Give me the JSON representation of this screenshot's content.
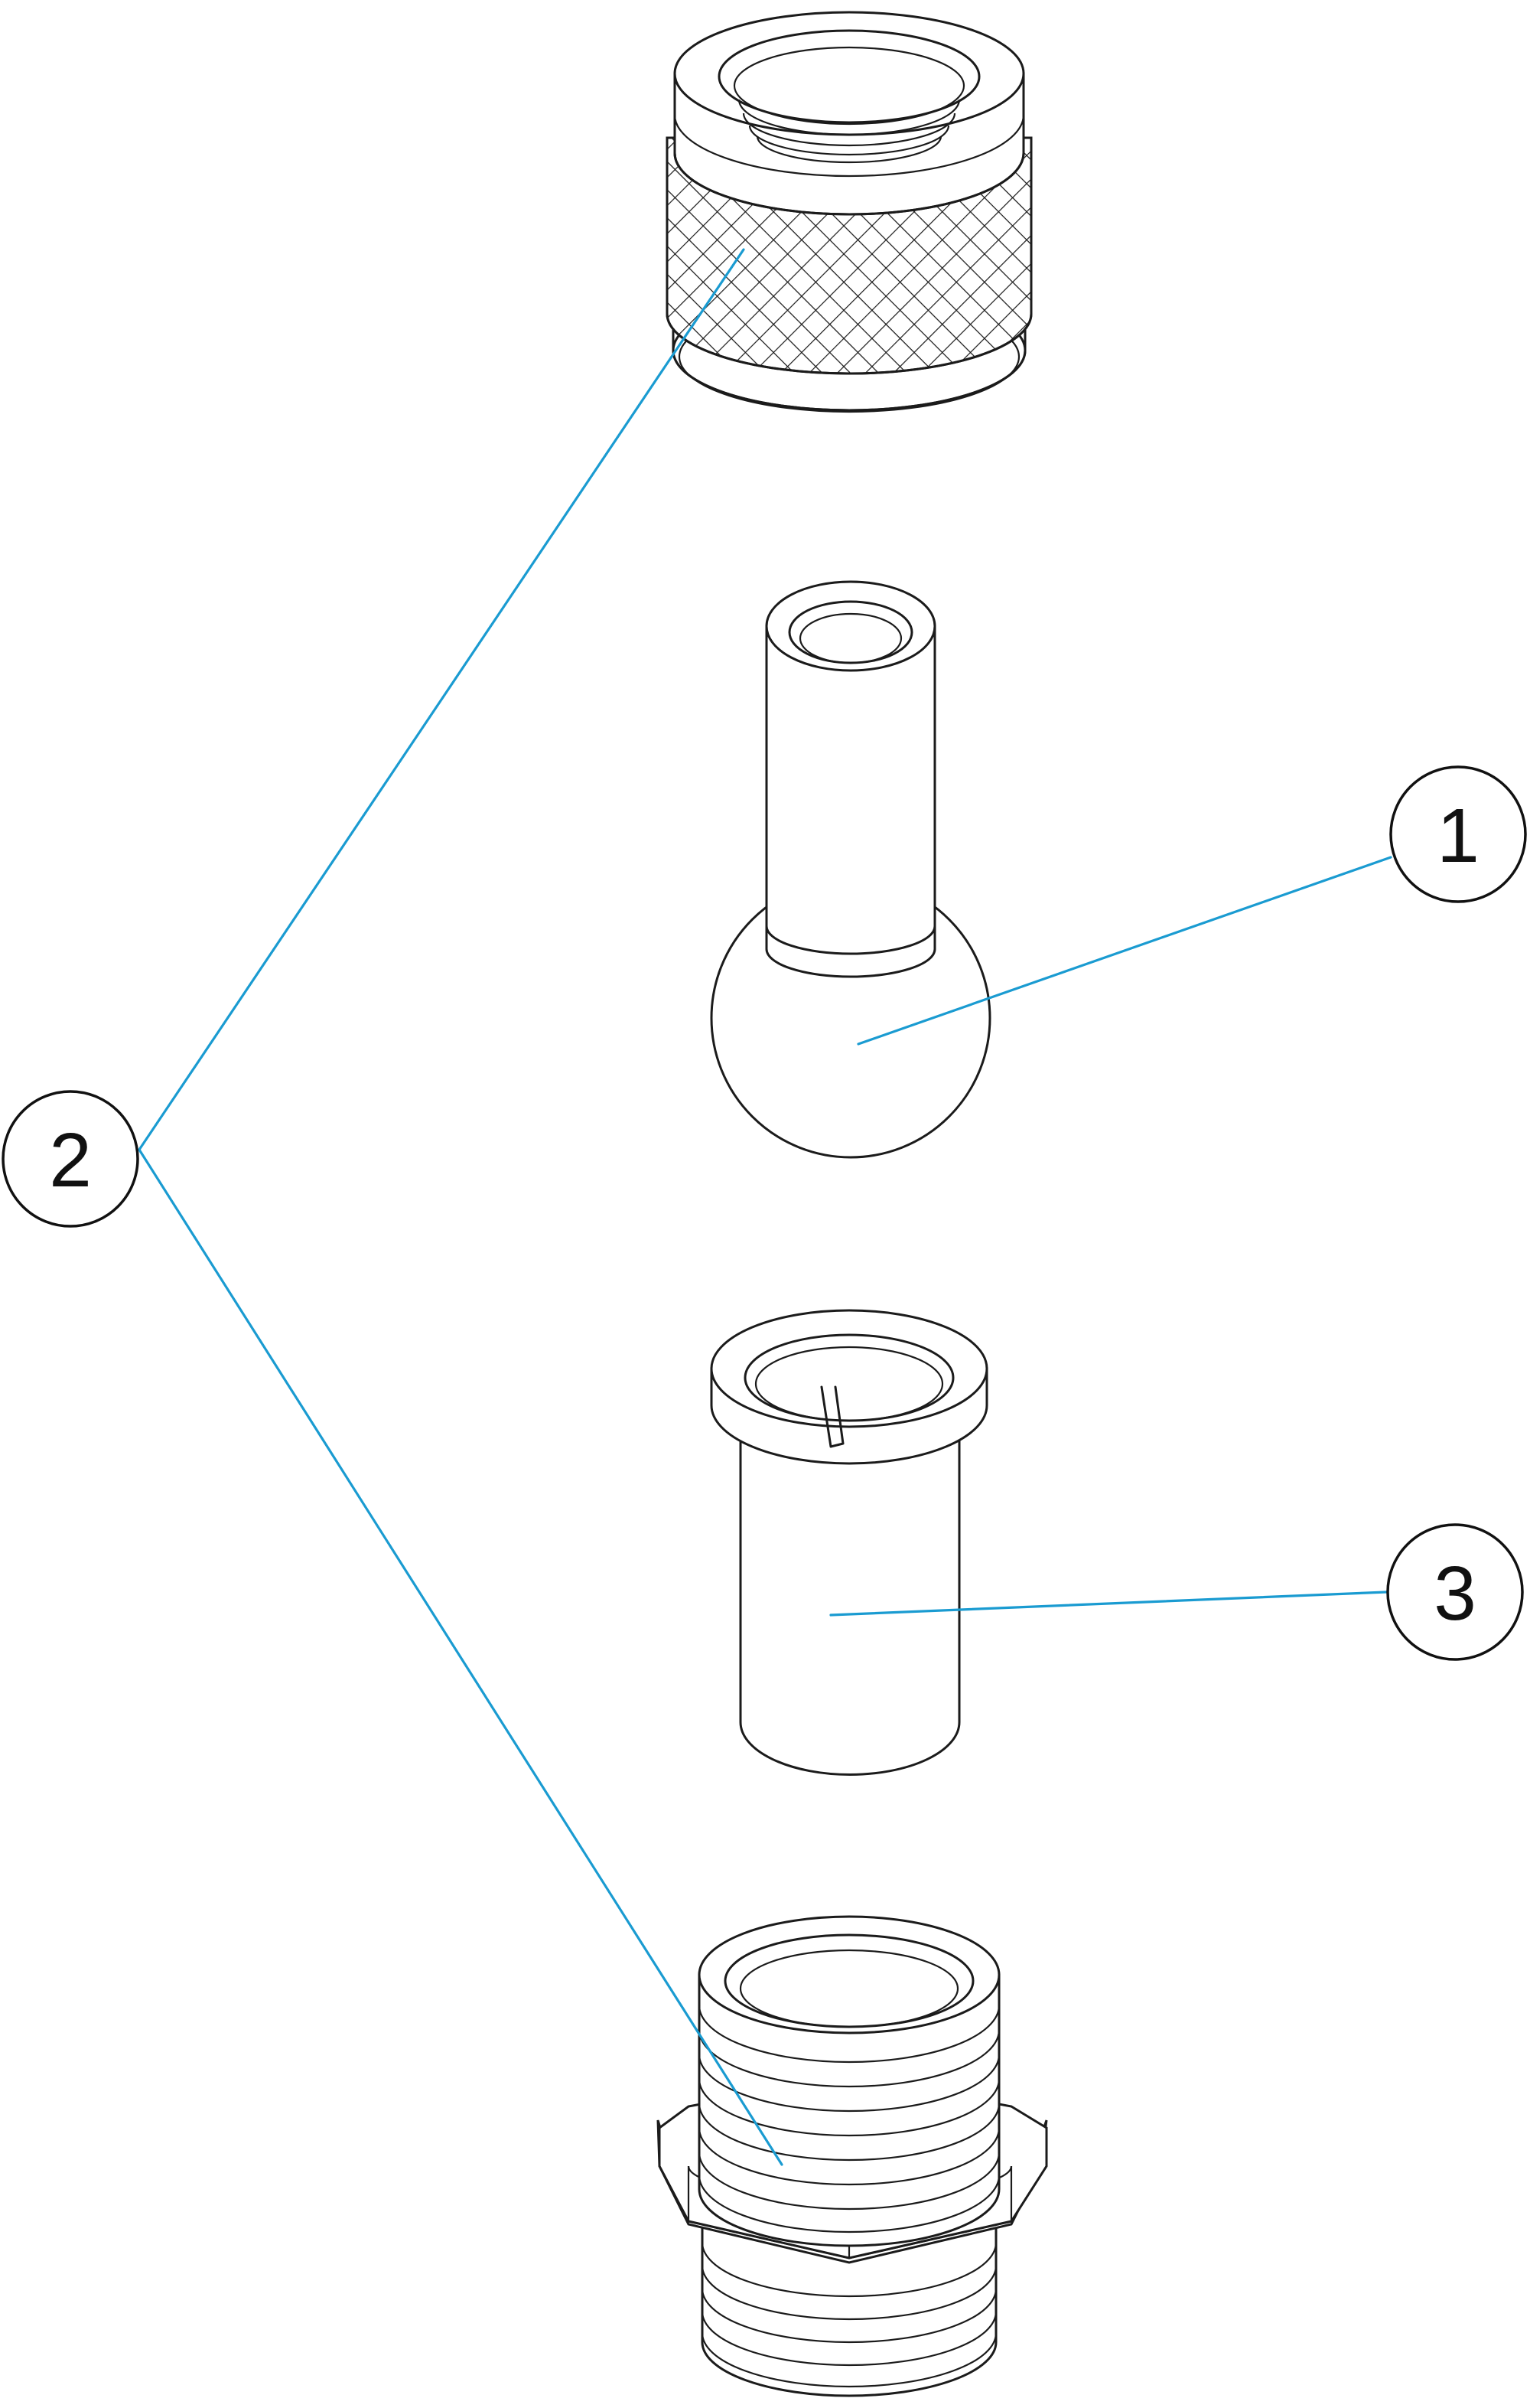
{
  "diagram": {
    "parts": [
      {
        "id": "knurled-nut"
      },
      {
        "id": "ball-stem"
      },
      {
        "id": "flanged-sleeve"
      },
      {
        "id": "threaded-hex-fitting"
      }
    ],
    "callouts": [
      {
        "key": "c1",
        "label": "1"
      },
      {
        "key": "c2",
        "label": "2"
      },
      {
        "key": "c3",
        "label": "3"
      }
    ],
    "colors": {
      "leader": "#1a9bd1",
      "outline": "#1b1b1b",
      "background": "#ffffff"
    }
  }
}
